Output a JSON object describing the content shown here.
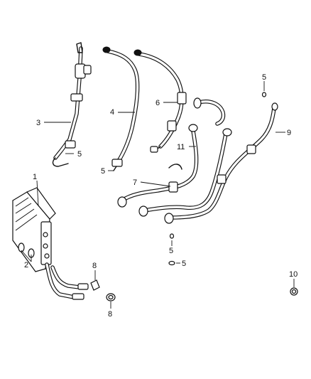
{
  "callouts": {
    "c1": "1",
    "c2": "2",
    "c3": "3",
    "c4": "4",
    "c5a": "5",
    "c5b": "5",
    "c5c": "5",
    "c5d": "5",
    "c5e": "5",
    "c6": "6",
    "c7": "7",
    "c8a": "8",
    "c8b": "8",
    "c9": "9",
    "c10": "10",
    "c11": "11"
  }
}
